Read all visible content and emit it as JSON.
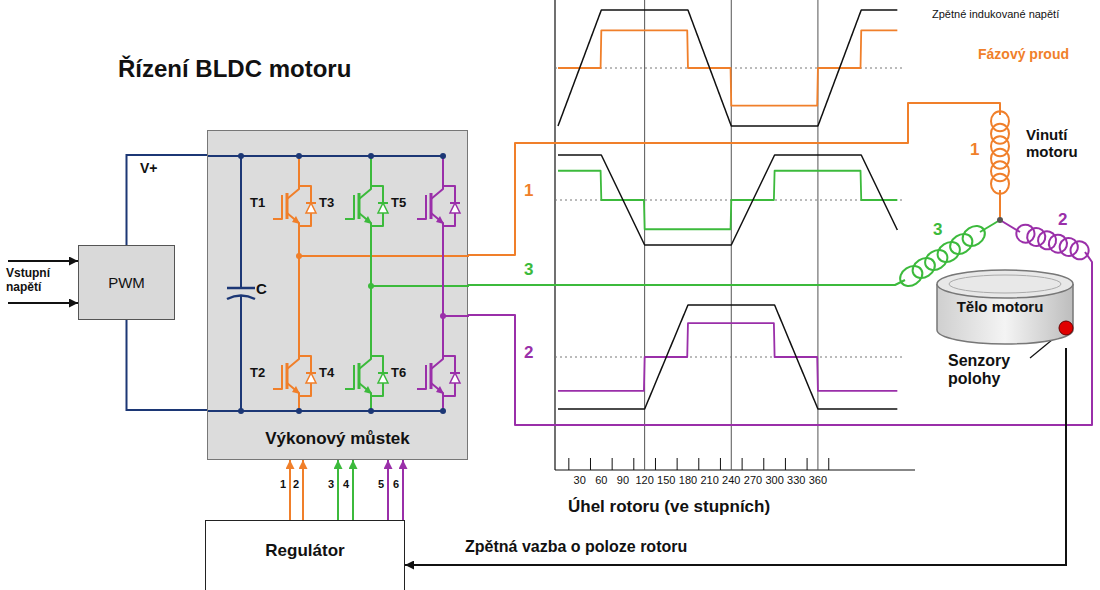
{
  "diagram": {
    "title": "Řízení BLDC motoru",
    "nodes": [
      {
        "text": [
          "PWM"
        ]
      },
      {
        "text": [
          "Výkonový můstek"
        ]
      },
      {
        "text": [
          "Tělo motoru"
        ]
      },
      {
        "text": [
          "Regulátor"
        ]
      }
    ],
    "edges": [
      {
        "from": 0,
        "to": 1,
        "arrow": "none",
        "label": "V+"
      },
      {
        "from": 0,
        "to": 1,
        "arrow": "none"
      },
      {
        "from": 3,
        "to": 1,
        "arrow": "to",
        "label": "1"
      },
      {
        "from": 3,
        "to": 1,
        "arrow": "to",
        "label": "2"
      },
      {
        "from": 3,
        "to": 1,
        "arrow": "to",
        "label": "3"
      },
      {
        "from": 3,
        "to": 1,
        "arrow": "to",
        "label": "4"
      },
      {
        "from": 3,
        "to": 1,
        "arrow": "to",
        "label": "5"
      },
      {
        "from": 3,
        "to": 1,
        "arrow": "to",
        "label": "6"
      },
      {
        "from": 2,
        "to": 3,
        "arrow": "to",
        "label": "Zpětná vazba o poloze rotoru"
      }
    ],
    "labels": [
      "Vstupní napětí",
      "C",
      "T1",
      "T3",
      "T5",
      "T2",
      "T4",
      "T6",
      "1",
      "3",
      "2",
      "Zpětné indukované napětí",
      "Fázový proud",
      "30",
      "60",
      "90",
      "120",
      "150",
      "180",
      "210",
      "240",
      "270",
      "300",
      "330",
      "360",
      "Úhel rotoru (ve stupních)",
      "1",
      "Vinutí motoru",
      "3",
      "2",
      "Senzory polohy"
    ]
  }
}
